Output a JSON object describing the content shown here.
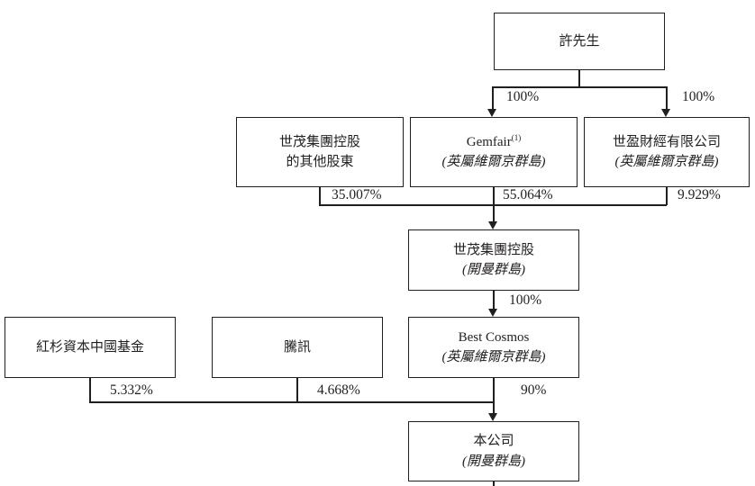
{
  "diagram": {
    "colors": {
      "line": "#231f20",
      "background": "#ffffff"
    },
    "nodes": {
      "mr_xu": {
        "name": "許先生"
      },
      "other_shareholders": {
        "line1": "世茂集團控股",
        "line2": "的其他股東"
      },
      "gemfair": {
        "name": "Gemfair",
        "sup": "(1)",
        "jurisdiction": "(英屬維爾京群島)"
      },
      "shiying": {
        "name": "世盈財經有限公司",
        "jurisdiction": "(英屬維爾京群島)"
      },
      "shimao_group": {
        "name": "世茂集團控股",
        "jurisdiction": "(開曼群島)"
      },
      "sequoia": {
        "name": "紅杉資本中國基金"
      },
      "tencent": {
        "name": "騰訊"
      },
      "best_cosmos": {
        "name": "Best Cosmos",
        "jurisdiction": "(英屬維爾京群島)"
      },
      "company": {
        "name": "本公司",
        "jurisdiction": "(開曼群島)"
      }
    },
    "edges": {
      "xu_to_gemfair": "100%",
      "xu_to_shiying": "100%",
      "others_to_shimao": "35.007%",
      "gemfair_to_shimao": "55.064%",
      "shiying_to_shimao": "9.929%",
      "shimao_to_bestcosmos": "100%",
      "sequoia_to_company": "5.332%",
      "tencent_to_company": "4.668%",
      "bestcosmos_to_company": "90%"
    }
  }
}
